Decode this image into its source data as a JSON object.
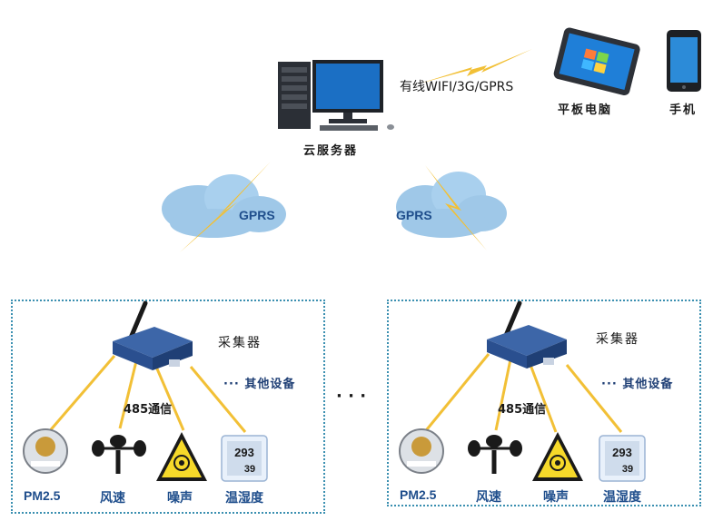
{
  "top": {
    "link_label": "有线WIFI/3G/GPRS",
    "server_label": "云服务器",
    "tablet_label": "平板电脑",
    "phone_label": "手机"
  },
  "clouds": [
    {
      "label": "GPRS"
    },
    {
      "label": "GPRS"
    }
  ],
  "groups": [
    {
      "collector_label": "采集器",
      "other_label": "···  其他设备",
      "bus_label": "485通信",
      "sensors": [
        {
          "label": "PM2.5",
          "icon": "pm25-sensor-icon"
        },
        {
          "label": "风速",
          "icon": "anemometer-icon"
        },
        {
          "label": "噪声",
          "icon": "noise-warning-icon"
        },
        {
          "label": "温湿度",
          "icon": "thermo-hygrometer-icon"
        }
      ],
      "meter_readings": {
        "top": "293",
        "bottom": "39"
      }
    },
    {
      "collector_label": "采集器",
      "other_label": "···  其他设备",
      "bus_label": "485通信",
      "sensors": [
        {
          "label": "PM2.5",
          "icon": "pm25-sensor-icon"
        },
        {
          "label": "风速",
          "icon": "anemometer-icon"
        },
        {
          "label": "噪声",
          "icon": "noise-warning-icon"
        },
        {
          "label": "温湿度",
          "icon": "thermo-hygrometer-icon"
        }
      ],
      "meter_readings": {
        "top": "293",
        "bottom": "39"
      }
    }
  ],
  "between_groups": "· · ·",
  "colors": {
    "link": "#f2c036",
    "cloud": "#9fc8e8",
    "border": "#3a8fb0",
    "device": "#2a4f8f",
    "label_blue": "#1f4e8c"
  }
}
